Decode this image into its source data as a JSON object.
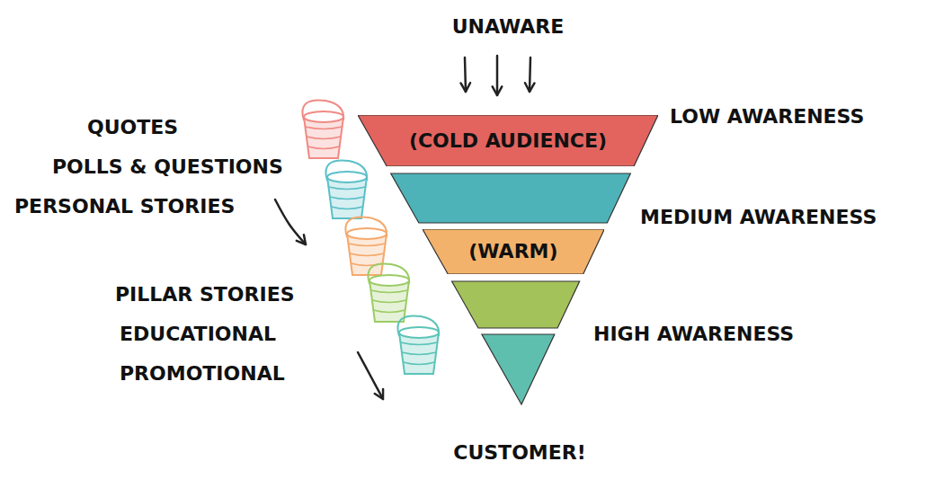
{
  "diagram": {
    "nodes": [
      {
        "text": [
          "(COLD AUDIENCE)"
        ]
      },
      {
        "text": [
          "(WARM)"
        ]
      }
    ],
    "labels": [
      "UNAWARE",
      "QUOTES",
      "LOW AWARENESS",
      "POLLS & QUESTIONS",
      "PERSONAL STORIES",
      "MEDIUM AWARENESS",
      "PILLAR STORIES",
      "EDUCATIONAL",
      "HIGH AWARENESS",
      "PROMOTIONAL",
      "CUSTOMER!"
    ]
  }
}
